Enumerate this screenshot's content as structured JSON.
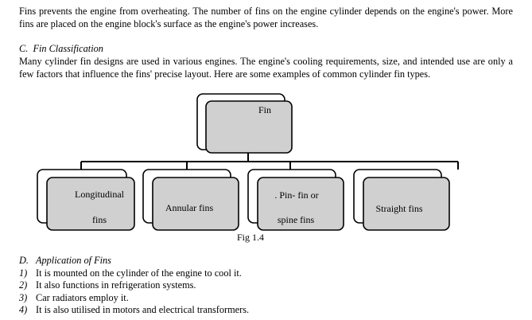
{
  "paragraph1": "Fins prevents the engine from overheating. The number of fins on the engine cylinder depends on the engine's power. More fins are placed on the engine block's surface as the engine's power increases.",
  "section_c": {
    "number": "C.",
    "title": "Fin Classification",
    "paragraph": "Many cylinder fin designs are used in various engines. The engine's cooling requirements, size, and intended use are only a few factors that influence the fins' precise layout. Here are some examples of common cylinder fin types."
  },
  "diagram": {
    "root": "Fin",
    "children": [
      {
        "line1": "Longitudinal",
        "line2": "fins"
      },
      {
        "line1": "Annular fins",
        "line2": ""
      },
      {
        "line1": ". Pin- fin or",
        "line2": "spine fins"
      },
      {
        "line1": "Straight fins",
        "line2": ""
      }
    ],
    "caption": "Fig 1.4",
    "box_fill": "#d0d0d0"
  },
  "section_d": {
    "number": "D.",
    "title": "Application of Fins",
    "items": [
      {
        "num": "1)",
        "text": "It is mounted on the cylinder of the engine to cool it."
      },
      {
        "num": "2)",
        "text": "It also functions in refrigeration systems."
      },
      {
        "num": "3)",
        "text": "Car radiators employ it."
      },
      {
        "num": "4)",
        "text": "It is also utilised in motors and electrical transformers."
      }
    ]
  }
}
